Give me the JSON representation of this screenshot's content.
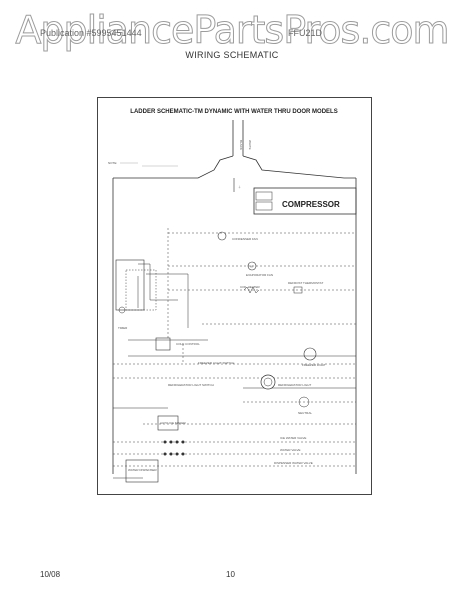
{
  "watermark": "AppliancePartsPros.com",
  "header": {
    "publication": "Publication #5995451444",
    "model": "FFU21D"
  },
  "title": "WIRING SCHEMATIC",
  "schematic": {
    "heading": "LADDER SCHEMATIC-TM DYNAMIC WITH WATER THRU DOOR MODELS",
    "compressor": "COMPRESSOR",
    "note": "NOTE:",
    "labels": {
      "condenser_fan": "CONDENSER FAN",
      "evaporator_fan": "EVAPORATOR FAN",
      "coil_heater": "COIL HEATER",
      "defrost_thermostat": "DEFROST THERMOSTAT",
      "timer": "TIMER",
      "cold_control": "COLD CONTROL",
      "freezer_light_switch": "FREEZER LIGHT SWITCH",
      "freezer_light": "FREEZER LIGHT",
      "refrigerator_light_switch": "REFRIGERATOR LIGHT SWITCH",
      "refrigerator_light": "REFRIGERATOR LIGHT",
      "auto_ice_maker": "AUTO ICE MAKER",
      "ice_water_valve": "ICE WATER VALVE",
      "water_valve": "WATER VALVE",
      "water_dispenser": "WATER DISPENSER",
      "dispenser_water_valve": "DISPENSER WATER VALVE",
      "black": "BLACK",
      "white": "WHITE",
      "neutral": "NEUTRAL"
    }
  },
  "footer": {
    "date": "10/08",
    "page": "10"
  }
}
